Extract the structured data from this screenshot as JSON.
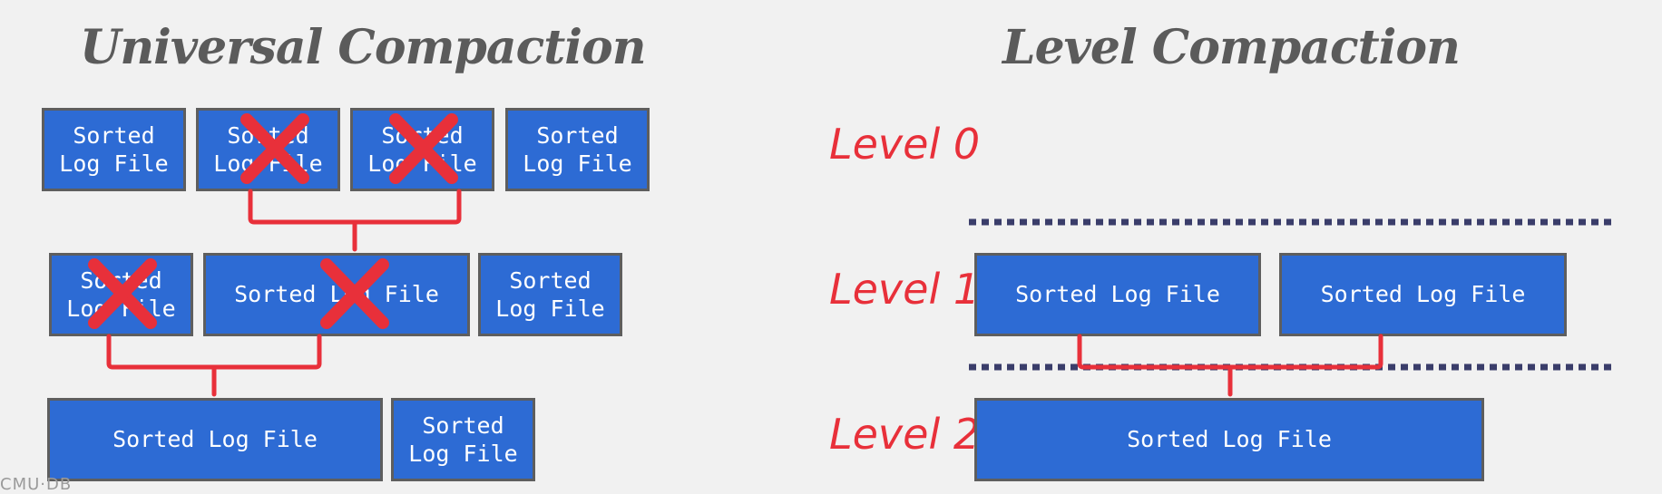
{
  "universal": {
    "title": "Universal Compaction",
    "row1": [
      {
        "label": "Sorted\nLog File",
        "removed": false
      },
      {
        "label": "Sorted\nLog File",
        "removed": true
      },
      {
        "label": "Sorted\nLog File",
        "removed": true
      },
      {
        "label": "Sorted\nLog File",
        "removed": false
      }
    ],
    "row2": [
      {
        "label": "Sorted\nLog File",
        "removed": true
      },
      {
        "label": "Sorted Log File",
        "removed": true
      },
      {
        "label": "Sorted\nLog File",
        "removed": false
      }
    ],
    "row3": [
      {
        "label": "Sorted Log File",
        "removed": false
      },
      {
        "label": "Sorted\nLog File",
        "removed": false
      }
    ]
  },
  "level": {
    "title": "Level Compaction",
    "levels": [
      "Level 0",
      "Level 1",
      "Level 2"
    ],
    "level1_files": [
      "Sorted Log File",
      "Sorted Log File"
    ],
    "level2_files": [
      "Sorted Log File"
    ]
  },
  "footer": {
    "watermark": "CMU·DB"
  },
  "colors": {
    "file_fill": "#2d6bd4",
    "file_border": "#5e5e5e",
    "accent_red": "#e8303a",
    "title_gray": "#5b5b5b",
    "divider": "#3a3d6a"
  }
}
